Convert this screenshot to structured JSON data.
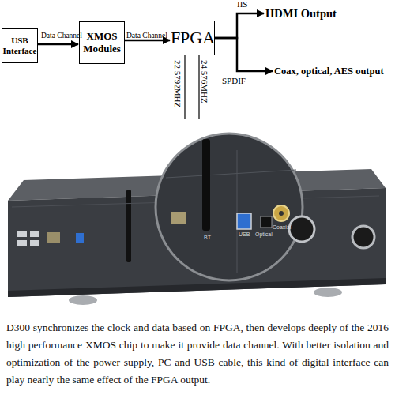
{
  "diagram": {
    "caption": "D300 synchronizes the clock and data based on FPGA, then develops deeply of the 2016 high performance XMOS chip to make it provide data channel. With better isolation and optimization of the power supply, PC and USB cable, this kind of digital interface can play nearly the same effect of the FPGA output.",
    "nodes": [
      {
        "text": [
          "USB Interface"
        ]
      },
      {
        "text": [
          "XMOS Modules"
        ]
      },
      {
        "text": [
          "FPGA"
        ]
      },
      {
        "text": [
          "HDMI Output"
        ]
      },
      {
        "text": [
          "Coax, optical, AES output"
        ]
      }
    ],
    "edges": [
      {
        "from": 0,
        "to": 1,
        "label": "Data Channel",
        "arrow": "to"
      },
      {
        "from": 1,
        "to": 2,
        "label": "Data Channel",
        "arrow": "to"
      },
      {
        "from": 2,
        "to": 3,
        "label": "IIS",
        "arrow": "to"
      },
      {
        "from": 2,
        "to": 4,
        "label": "SPDIF",
        "arrow": "to"
      }
    ],
    "labels": [
      "22.5792MHZ",
      "24.576MHZ",
      "BT",
      "USB",
      "Optical",
      "Coaxial"
    ]
  }
}
